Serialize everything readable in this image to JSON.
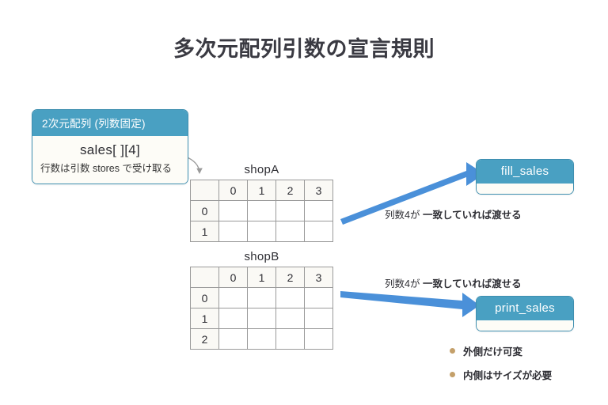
{
  "title": "多次元配列引数の宣言規則",
  "declaration_card": {
    "header": "2次元配列 (列数固定)",
    "signature": "sales[ ][4]",
    "note": "行数は引数 stores で受け取る"
  },
  "arrays": [
    {
      "name": "shopA",
      "corner": "",
      "column_headers": [
        "0",
        "1",
        "2",
        "3"
      ],
      "row_headers": [
        "0",
        "1"
      ]
    },
    {
      "name": "shopB",
      "corner": "",
      "column_headers": [
        "0",
        "1",
        "2",
        "3"
      ],
      "row_headers": [
        "0",
        "1",
        "2"
      ]
    }
  ],
  "functions": [
    {
      "name": "fill_sales"
    },
    {
      "name": "print_sales"
    }
  ],
  "arrow_labels": [
    {
      "prefix": "列数4が ",
      "emphasis": "一致していれば渡せる"
    },
    {
      "prefix": "列数4が ",
      "emphasis": "一致していれば渡せる"
    }
  ],
  "notes": [
    "外側だけ可変",
    "内側はサイズが必要"
  ],
  "colors": {
    "accent_teal": "#49a0c2",
    "accent_border": "#3f8fb0",
    "arrow_blue": "#4a90d9",
    "hint_arrow_gray": "#9a9a9a",
    "bullet_tan": "#c4a06a",
    "title_text": "#3a3a42",
    "card_body": "#fdfcf7",
    "grid_border": "#9a9a9a"
  }
}
